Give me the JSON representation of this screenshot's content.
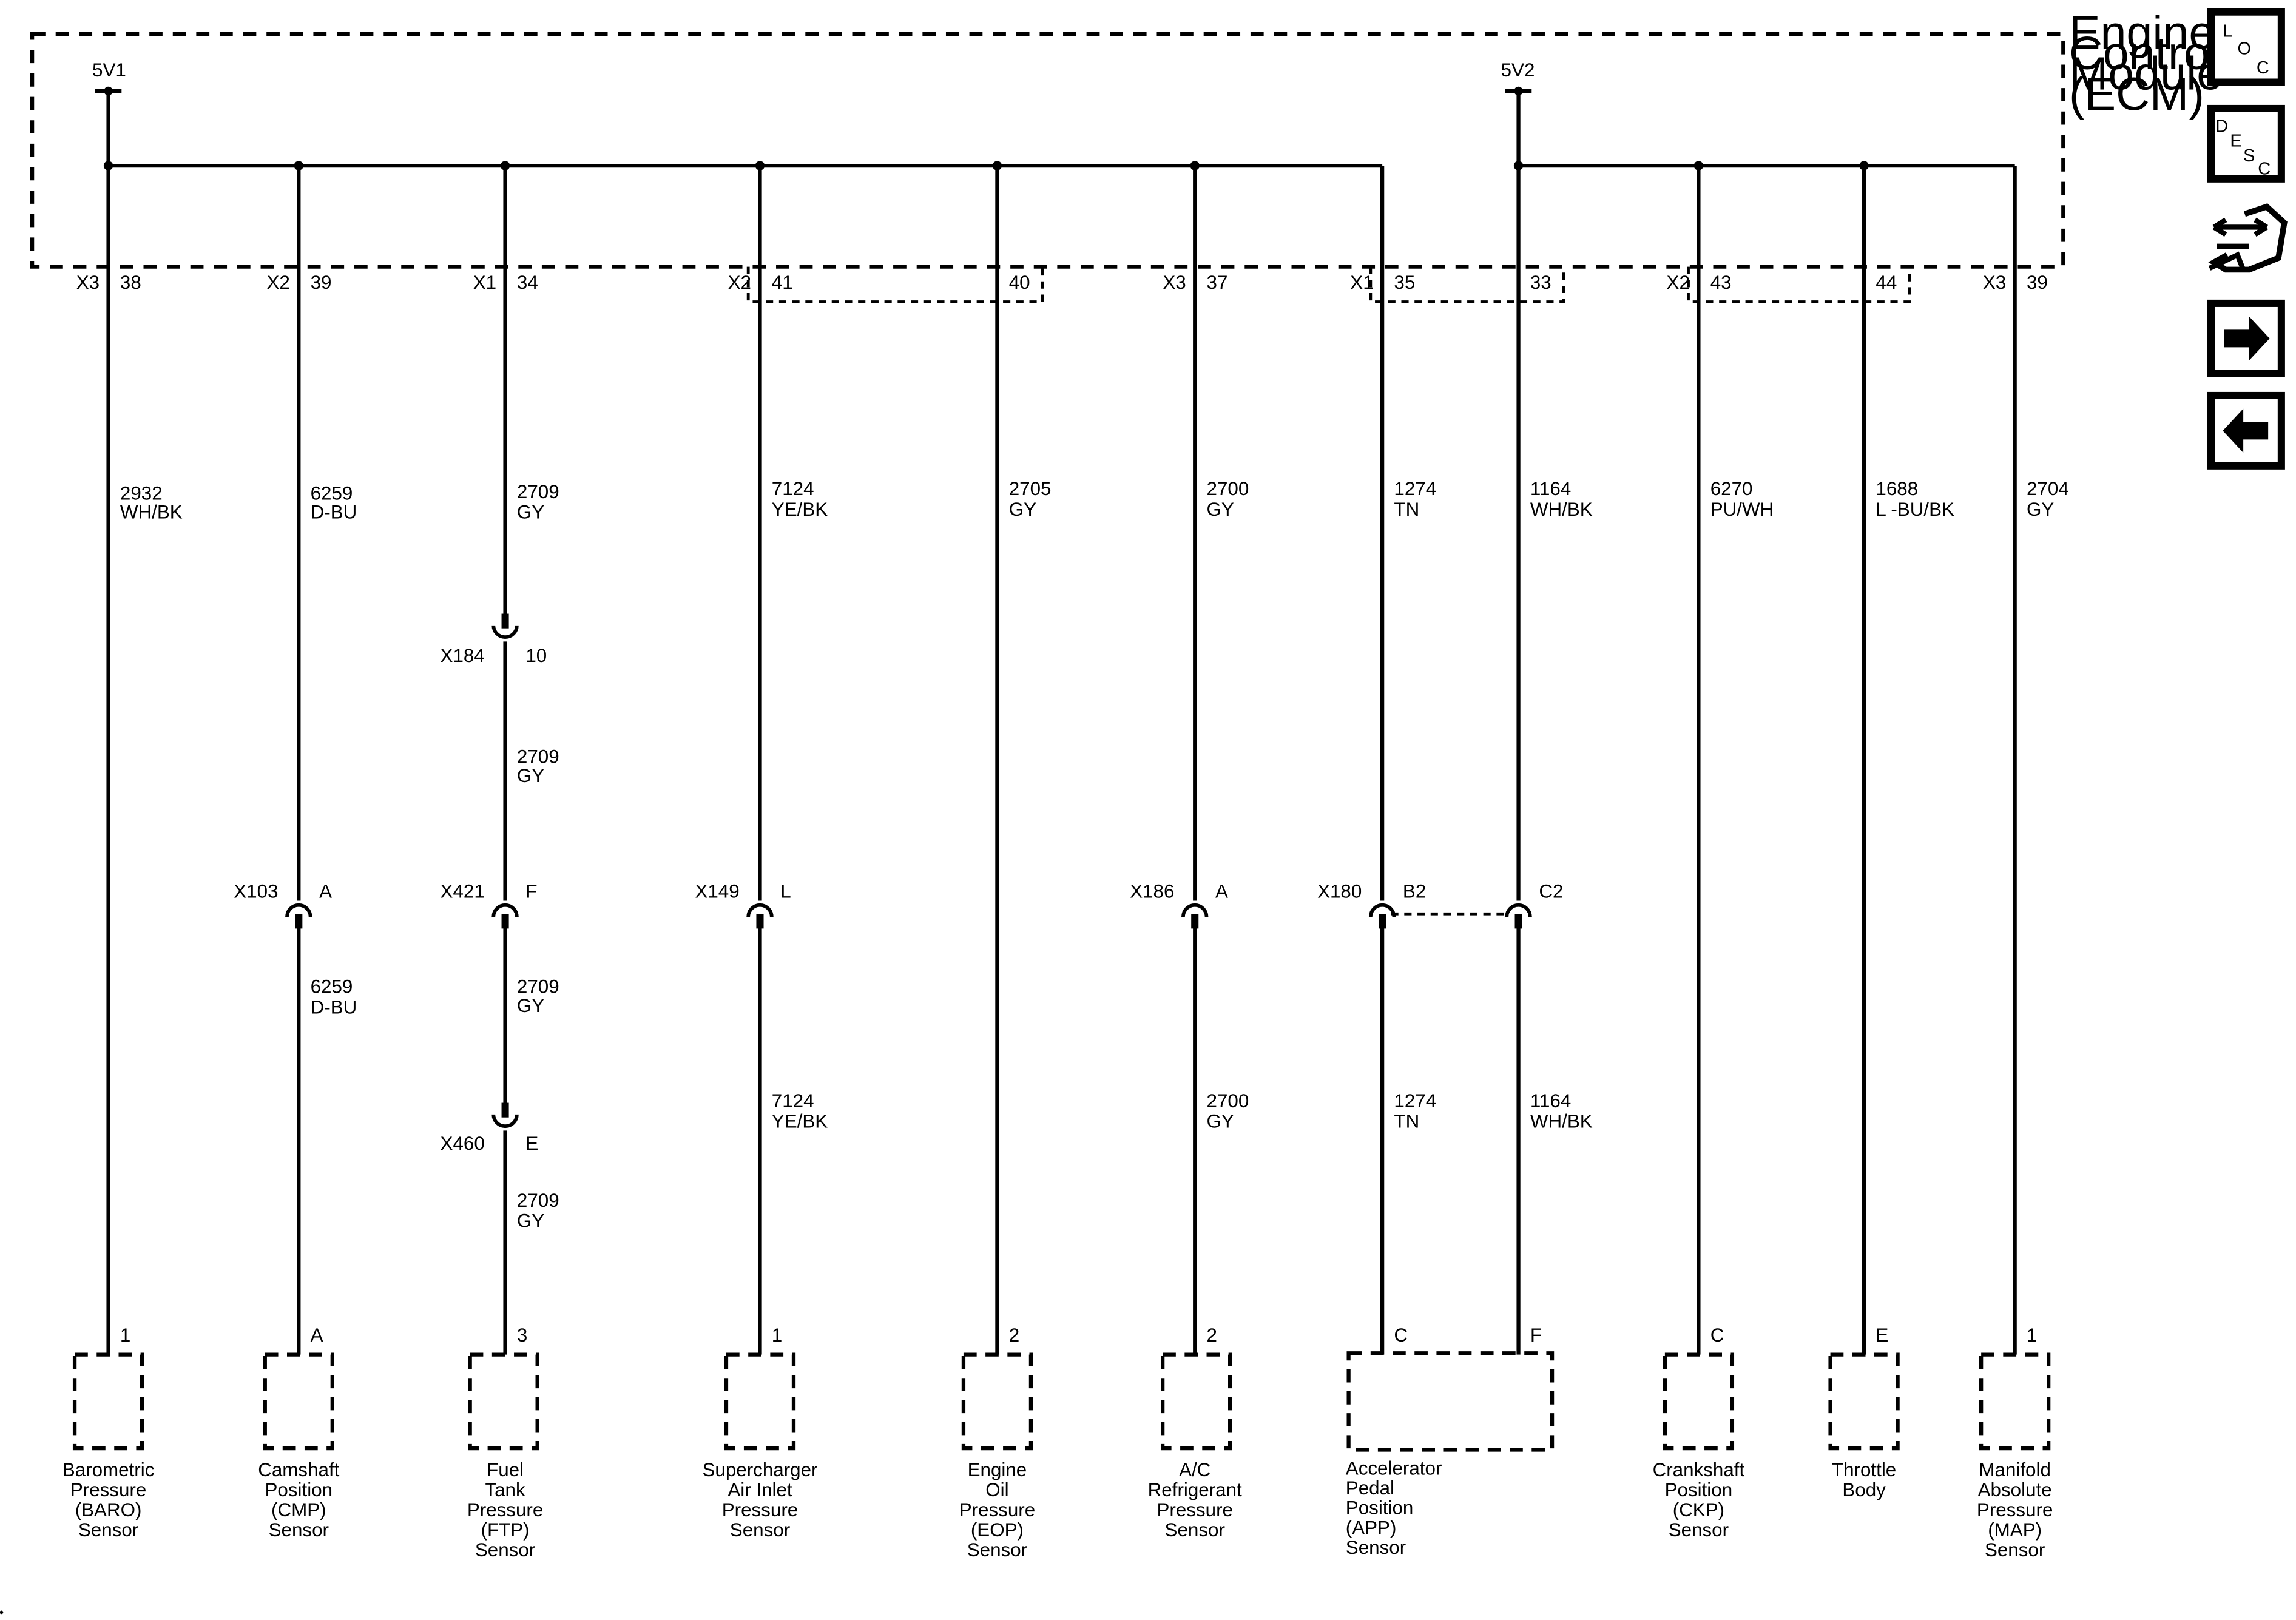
{
  "module": {
    "name_lines": [
      "Engine",
      "Control",
      "Module",
      "(ECM)"
    ],
    "supply_left": "5V1",
    "supply_right": "5V2"
  },
  "circuits": [
    {
      "id": "baro",
      "ecm_connector": "X3",
      "ecm_pin": "38",
      "wire_top": {
        "number": "2932",
        "color": "WH/BK"
      },
      "inlines": [],
      "component_pin": "1",
      "component_lines": [
        "Barometric",
        "Pressure",
        "(BARO)",
        "Sensor"
      ]
    },
    {
      "id": "cmp",
      "ecm_connector": "X2",
      "ecm_pin": "39",
      "wire_top": {
        "number": "6259",
        "color": "D-BU"
      },
      "inlines": [
        {
          "connector": "X103",
          "pin": "A",
          "wire_below": {
            "number": "6259",
            "color": "D-BU"
          }
        }
      ],
      "component_pin": "A",
      "component_lines": [
        "Camshaft",
        "Position",
        "(CMP)",
        "Sensor"
      ]
    },
    {
      "id": "ftp",
      "ecm_connector": "X1",
      "ecm_pin": "34",
      "wire_top": {
        "number": "2709",
        "color": "GY"
      },
      "inlines": [
        {
          "connector": "X184",
          "pin": "10",
          "wire_below": {
            "number": "2709",
            "color": "GY"
          }
        },
        {
          "connector": "X421",
          "pin": "F",
          "wire_below": {
            "number": "2709",
            "color": "GY"
          }
        },
        {
          "connector": "X460",
          "pin": "E",
          "wire_below": {
            "number": "2709",
            "color": "GY"
          }
        }
      ],
      "component_pin": "3",
      "component_lines": [
        "Fuel",
        "Tank",
        "Pressure",
        "(FTP)",
        "Sensor"
      ]
    },
    {
      "id": "sc",
      "ecm_connector": "X2",
      "ecm_pin": "41",
      "wire_top": {
        "number": "7124",
        "color": "YE/BK"
      },
      "inlines": [
        {
          "connector": "X149",
          "pin": "L",
          "wire_below": {
            "number": "7124",
            "color": "YE/BK"
          }
        }
      ],
      "component_pin": "1",
      "component_lines": [
        "Supercharger",
        "Air Inlet",
        "Pressure",
        "Sensor"
      ]
    },
    {
      "id": "eop",
      "ecm_connector": "",
      "ecm_pin": "40",
      "wire_top": {
        "number": "2705",
        "color": "GY"
      },
      "inlines": [],
      "component_pin": "2",
      "component_lines": [
        "Engine",
        "Oil",
        "Pressure",
        "(EOP)",
        "Sensor"
      ]
    },
    {
      "id": "ac",
      "ecm_connector": "X3",
      "ecm_pin": "37",
      "wire_top": {
        "number": "2700",
        "color": "GY"
      },
      "inlines": [
        {
          "connector": "X186",
          "pin": "A",
          "wire_below": {
            "number": "2700",
            "color": "GY"
          }
        }
      ],
      "component_pin": "2",
      "component_lines": [
        "A/C",
        "Refrigerant",
        "Pressure",
        "Sensor"
      ]
    },
    {
      "id": "app1",
      "ecm_connector": "X1",
      "ecm_pin": "35",
      "wire_top": {
        "number": "1274",
        "color": "TN"
      },
      "inlines": [
        {
          "connector": "X180",
          "pin": "B2",
          "wire_below": {
            "number": "1274",
            "color": "TN"
          }
        }
      ],
      "component_pin": "C",
      "component_lines": [
        "Accelerator",
        "Pedal",
        "Position",
        "(APP)",
        "Sensor"
      ]
    },
    {
      "id": "app2",
      "ecm_connector": "",
      "ecm_pin": "33",
      "wire_top": {
        "number": "1164",
        "color": "WH/BK"
      },
      "inlines": [
        {
          "connector": "",
          "pin": "C2",
          "wire_below": {
            "number": "1164",
            "color": "WH/BK"
          }
        }
      ],
      "component_pin": "F",
      "component_lines": []
    },
    {
      "id": "ckp",
      "ecm_connector": "X2",
      "ecm_pin": "43",
      "wire_top": {
        "number": "6270",
        "color": "PU/WH"
      },
      "inlines": [],
      "component_pin": "C",
      "component_lines": [
        "Crankshaft",
        "Position",
        "(CKP)",
        "Sensor"
      ]
    },
    {
      "id": "tb",
      "ecm_connector": "",
      "ecm_pin": "44",
      "wire_top": {
        "number": "1688",
        "color": "L -BU/BK"
      },
      "inlines": [],
      "component_pin": "E",
      "component_lines": [
        "Throttle",
        "Body"
      ]
    },
    {
      "id": "map",
      "ecm_connector": "X3",
      "ecm_pin": "39",
      "wire_top": {
        "number": "2704",
        "color": "GY"
      },
      "inlines": [],
      "component_pin": "1",
      "component_lines": [
        "Manifold",
        "Absolute",
        "Pressure",
        "(MAP)",
        "Sensor"
      ]
    }
  ],
  "nav": {
    "loc": {
      "letters": [
        "L",
        "O",
        "C"
      ]
    },
    "desc": {
      "letters": [
        "D",
        "E",
        "S",
        "C"
      ]
    },
    "icons": [
      "connector-end-view-icon",
      "next-arrow-icon",
      "previous-arrow-icon"
    ]
  }
}
